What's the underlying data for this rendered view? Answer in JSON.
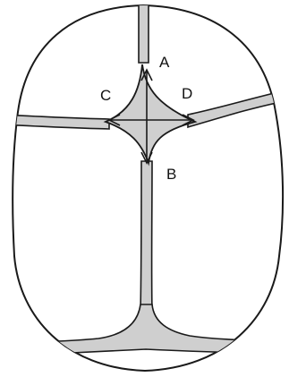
{
  "diagram": {
    "labels": {
      "a": "A",
      "b": "B",
      "c": "C",
      "d": "D"
    },
    "colors": {
      "outline": "#1a1a1a",
      "suture_fill": "#cfcfcf",
      "background": "#ffffff",
      "arrow": "#1a1a1a"
    }
  }
}
